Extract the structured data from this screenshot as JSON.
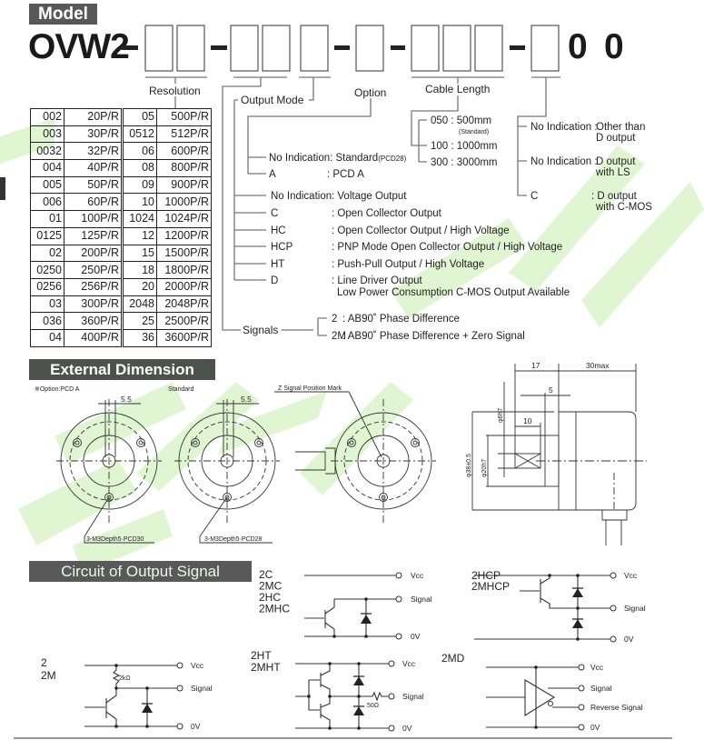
{
  "model": {
    "badge": "Model",
    "name": "OVW2",
    "suffix": [
      "0",
      "0"
    ],
    "labels": {
      "resolution": "Resolution",
      "output_mode": "Output Mode",
      "option": "Option",
      "cable_length": "Cable Length",
      "signals": "Signals"
    }
  },
  "resolution_table": [
    [
      "002",
      "20P/R",
      "05",
      "500P/R"
    ],
    [
      "003",
      "30P/R",
      "0512",
      "512P/R"
    ],
    [
      "0032",
      "32P/R",
      "06",
      "600P/R"
    ],
    [
      "004",
      "40P/R",
      "08",
      "800P/R"
    ],
    [
      "005",
      "50P/R",
      "09",
      "900P/R"
    ],
    [
      "006",
      "60P/R",
      "10",
      "1000P/R"
    ],
    [
      "01",
      "100P/R",
      "1024",
      "1024P/R"
    ],
    [
      "0125",
      "125P/R",
      "12",
      "1200P/R"
    ],
    [
      "02",
      "200P/R",
      "15",
      "1500P/R"
    ],
    [
      "0250",
      "250P/R",
      "18",
      "1800P/R"
    ],
    [
      "0256",
      "256P/R",
      "20",
      "2000P/R"
    ],
    [
      "03",
      "300P/R",
      "2048",
      "2048P/R"
    ],
    [
      "036",
      "360P/R",
      "25",
      "2500P/R"
    ],
    [
      "04",
      "400P/R",
      "36",
      "3600P/R"
    ]
  ],
  "option": {
    "standard": "No Indication: Standard",
    "standard_note": "(PCD28)",
    "a_code": "A",
    "a_desc": ": PCD A"
  },
  "output_modes": [
    {
      "code": "No Indication",
      "desc": ": Voltage Output"
    },
    {
      "code": "C",
      "desc": ": Open Collector Output"
    },
    {
      "code": "HC",
      "desc": ": Open Collector Output / High Voltage"
    },
    {
      "code": "HCP",
      "desc": ": PNP Mode Open Collector Output / High Voltage"
    },
    {
      "code": "HT",
      "desc": ": Push-Pull Output / High Voltage"
    },
    {
      "code": "D",
      "desc": ": Line Driver Output",
      "desc2": "Low Power Consumption C-MOS Output Available"
    }
  ],
  "signals": [
    {
      "code": "2",
      "desc": ": AB90˚ Phase Difference"
    },
    {
      "code": "2M",
      "desc": ": AB90˚ Phase Difference + Zero Signal"
    }
  ],
  "cable": [
    {
      "text": "050 : 500mm",
      "note": "(Standard)"
    },
    {
      "text": "100 : 1000mm"
    },
    {
      "text": "300 : 3000mm"
    }
  ],
  "last_option": [
    {
      "code": "No Indication :",
      "desc": "Other than",
      "desc2": "D output"
    },
    {
      "code": "No Indication :",
      "desc": "D output",
      "desc2": "with LS"
    },
    {
      "code": "C",
      "desc": ": D output",
      "desc2": "with C-MOS"
    }
  ],
  "external_dimension": {
    "title": "External Dimension",
    "option_label": "※Option:PCD A",
    "standard_label": "Standard",
    "dim_55": "5.5",
    "pcd30": "3-M3Depth5·PCD30",
    "pcd28": "3-M3Depth5·PCD28",
    "z_mark": "Z Signal Position Mark",
    "dim_17": "17",
    "dim_30max": "30max",
    "dim_5": "5",
    "dim_10": "10",
    "phi6": "φ6h7",
    "phi20": "φ20h7",
    "phi38": "φ38±0.5"
  },
  "circuits": {
    "title": "Circuit of Output Signal",
    "c": {
      "models": [
        "2C",
        "2MC",
        "2HC",
        "2MHC"
      ]
    },
    "hcp": {
      "models": [
        "2HCP",
        "2MHCP"
      ]
    },
    "v": {
      "models": [
        "2",
        "2M"
      ],
      "resistor": "2kΩ"
    },
    "ht": {
      "models": [
        "2HT",
        "2MHT"
      ],
      "resistor": "50Ω"
    },
    "md": {
      "models": [
        "2MD"
      ]
    },
    "vcc": "Vcc",
    "signal": "Signal",
    "reverse_signal": "Reverse Signal",
    "zero_v": "0V"
  },
  "colors": {
    "watermark": "#c9ecb0",
    "banner_dark": "#585858",
    "banner_green": "#4e524c"
  }
}
